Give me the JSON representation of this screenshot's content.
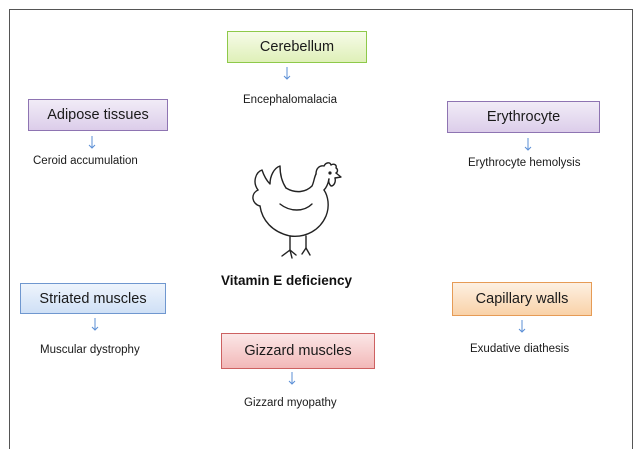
{
  "nodes": {
    "cerebellum": {
      "box": "Cerebellum",
      "effect": "Encephalomalacia"
    },
    "adipose": {
      "box": "Adipose tissues",
      "effect": "Ceroid accumulation"
    },
    "erythrocyte": {
      "box": "Erythrocyte",
      "effect": "Erythrocyte hemolysis"
    },
    "striated": {
      "box": "Striated muscles",
      "effect": "Muscular dystrophy"
    },
    "capillary": {
      "box": "Capillary walls",
      "effect": "Exudative diathesis"
    },
    "gizzard": {
      "box": "Gizzard muscles",
      "effect": "Gizzard myopathy"
    }
  },
  "center": {
    "title": "Vitamin E deficiency",
    "icon": "chicken-icon"
  },
  "colors": {
    "green": "#8ec94a",
    "purple": "#8e74b2",
    "blue": "#6f97cf",
    "red": "#cd6161",
    "orange": "#e69b55",
    "arrow": "#5b8fd6"
  }
}
